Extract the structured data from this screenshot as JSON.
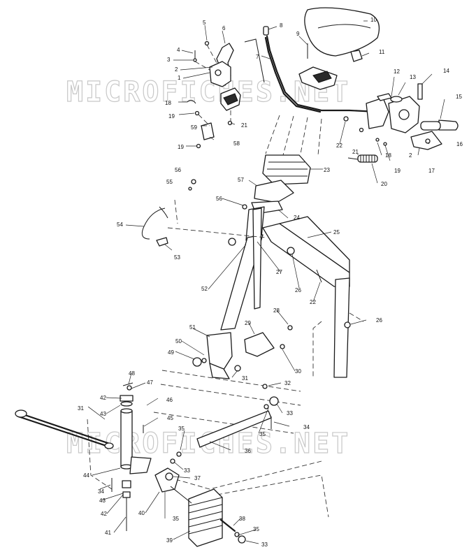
{
  "watermark": {
    "text": "MICROFICHES.NET"
  },
  "callouts": [
    {
      "id": "c-5",
      "label": "5"
    },
    {
      "id": "c-6",
      "label": "6"
    },
    {
      "id": "c-4",
      "label": "4"
    },
    {
      "id": "c-3",
      "label": "3"
    },
    {
      "id": "c-2a",
      "label": "2"
    },
    {
      "id": "c-1",
      "label": "1"
    },
    {
      "id": "c-18a",
      "label": "18"
    },
    {
      "id": "c-19a",
      "label": "19"
    },
    {
      "id": "c-59",
      "label": "59"
    },
    {
      "id": "c-21a",
      "label": "21"
    },
    {
      "id": "c-19b",
      "label": "19"
    },
    {
      "id": "c-58",
      "label": "58"
    },
    {
      "id": "c-8",
      "label": "8"
    },
    {
      "id": "c-9",
      "label": "9"
    },
    {
      "id": "c-7",
      "label": "7"
    },
    {
      "id": "c-10",
      "label": "10"
    },
    {
      "id": "c-11",
      "label": "11"
    },
    {
      "id": "c-12",
      "label": "12"
    },
    {
      "id": "c-13",
      "label": "13"
    },
    {
      "id": "c-14",
      "label": "14"
    },
    {
      "id": "c-15",
      "label": "15"
    },
    {
      "id": "c-16",
      "label": "16"
    },
    {
      "id": "c-2b",
      "label": "2"
    },
    {
      "id": "c-17",
      "label": "17"
    },
    {
      "id": "c-22a",
      "label": "22"
    },
    {
      "id": "c-18b",
      "label": "18"
    },
    {
      "id": "c-19c",
      "label": "19"
    },
    {
      "id": "c-21b",
      "label": "21"
    },
    {
      "id": "c-20",
      "label": "20"
    },
    {
      "id": "c-56a",
      "label": "56"
    },
    {
      "id": "c-55",
      "label": "55"
    },
    {
      "id": "c-23",
      "label": "23"
    },
    {
      "id": "c-57",
      "label": "57"
    },
    {
      "id": "c-56b",
      "label": "56"
    },
    {
      "id": "c-24",
      "label": "24"
    },
    {
      "id": "c-54",
      "label": "54"
    },
    {
      "id": "c-25",
      "label": "25"
    },
    {
      "id": "c-53",
      "label": "53"
    },
    {
      "id": "c-27",
      "label": "27"
    },
    {
      "id": "c-26a",
      "label": "26"
    },
    {
      "id": "c-52",
      "label": "52"
    },
    {
      "id": "c-22b",
      "label": "22"
    },
    {
      "id": "c-28",
      "label": "28"
    },
    {
      "id": "c-26b",
      "label": "26"
    },
    {
      "id": "c-51",
      "label": "51"
    },
    {
      "id": "c-29",
      "label": "29"
    },
    {
      "id": "c-50",
      "label": "50"
    },
    {
      "id": "c-49",
      "label": "49"
    },
    {
      "id": "c-30",
      "label": "30"
    },
    {
      "id": "c-31a",
      "label": "31"
    },
    {
      "id": "c-32",
      "label": "32"
    },
    {
      "id": "c-48",
      "label": "48"
    },
    {
      "id": "c-47",
      "label": "47"
    },
    {
      "id": "c-42a",
      "label": "42"
    },
    {
      "id": "c-46",
      "label": "46"
    },
    {
      "id": "c-33a",
      "label": "33"
    },
    {
      "id": "c-31b",
      "label": "31"
    },
    {
      "id": "c-43a",
      "label": "43"
    },
    {
      "id": "c-45",
      "label": "45"
    },
    {
      "id": "c-35a",
      "label": "35"
    },
    {
      "id": "c-34a",
      "label": "34"
    },
    {
      "id": "c-35b",
      "label": "35"
    },
    {
      "id": "c-36",
      "label": "36"
    },
    {
      "id": "c-33b",
      "label": "33"
    },
    {
      "id": "c-44",
      "label": "44"
    },
    {
      "id": "c-37",
      "label": "37"
    },
    {
      "id": "c-34b",
      "label": "34"
    },
    {
      "id": "c-43b",
      "label": "43"
    },
    {
      "id": "c-40",
      "label": "40"
    },
    {
      "id": "c-35c",
      "label": "35"
    },
    {
      "id": "c-42b",
      "label": "42"
    },
    {
      "id": "c-38",
      "label": "38"
    },
    {
      "id": "c-35d",
      "label": "35"
    },
    {
      "id": "c-41",
      "label": "41"
    },
    {
      "id": "c-39",
      "label": "39"
    },
    {
      "id": "c-33c",
      "label": "33"
    }
  ]
}
